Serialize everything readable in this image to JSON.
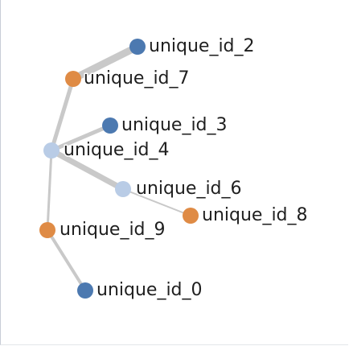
{
  "colors": {
    "blue": "#4c79b0",
    "orange": "#df8b45",
    "light_blue": "#b9cce6",
    "edge": "#c9c9c9"
  },
  "nodes": [
    {
      "id": "unique_id_2",
      "label": "unique_id_2",
      "color": "blue"
    },
    {
      "id": "unique_id_7",
      "label": "unique_id_7",
      "color": "orange"
    },
    {
      "id": "unique_id_3",
      "label": "unique_id_3",
      "color": "blue"
    },
    {
      "id": "unique_id_4",
      "label": "unique_id_4",
      "color": "light_blue"
    },
    {
      "id": "unique_id_6",
      "label": "unique_id_6",
      "color": "light_blue"
    },
    {
      "id": "unique_id_8",
      "label": "unique_id_8",
      "color": "orange"
    },
    {
      "id": "unique_id_9",
      "label": "unique_id_9",
      "color": "orange"
    },
    {
      "id": "unique_id_0",
      "label": "unique_id_0",
      "color": "blue"
    }
  ],
  "edges": [
    {
      "source": "unique_id_2",
      "target": "unique_id_7"
    },
    {
      "source": "unique_id_7",
      "target": "unique_id_4"
    },
    {
      "source": "unique_id_4",
      "target": "unique_id_3"
    },
    {
      "source": "unique_id_4",
      "target": "unique_id_6"
    },
    {
      "source": "unique_id_6",
      "target": "unique_id_8"
    },
    {
      "source": "unique_id_4",
      "target": "unique_id_9"
    },
    {
      "source": "unique_id_9",
      "target": "unique_id_0"
    }
  ]
}
